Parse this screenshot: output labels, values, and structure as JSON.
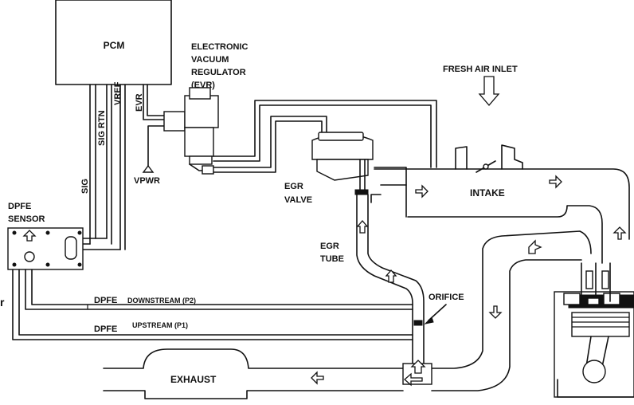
{
  "labels": {
    "pcm": "PCM",
    "evr_line1": "ELECTRONIC",
    "evr_line2": "VACUUM",
    "evr_line3": "REGULATOR",
    "evr_line4": "(EVR)",
    "fresh_air_inlet": "FRESH AIR INLET",
    "wire_evr": "EVR",
    "wire_vref": "VREF",
    "wire_sig_rtn": "SIG RTN",
    "wire_sig": "SIG",
    "vpwr": "VPWR",
    "egr_valve_line1": "EGR",
    "egr_valve_line2": "VALVE",
    "intake": "INTAKE",
    "dpfe_sensor_line1": "DPFE",
    "dpfe_sensor_line2": "SENSOR",
    "egr_tube_line1": "EGR",
    "egr_tube_line2": "TUBE",
    "orifice": "ORIFICE",
    "downstream_prefix": "DPFE",
    "downstream_text": "DOWNSTREAM (P2)",
    "upstream_prefix": "DPFE",
    "upstream_text": "UPSTREAM (P1)",
    "exhaust": "EXHAUST",
    "edge_fragment": "r"
  }
}
